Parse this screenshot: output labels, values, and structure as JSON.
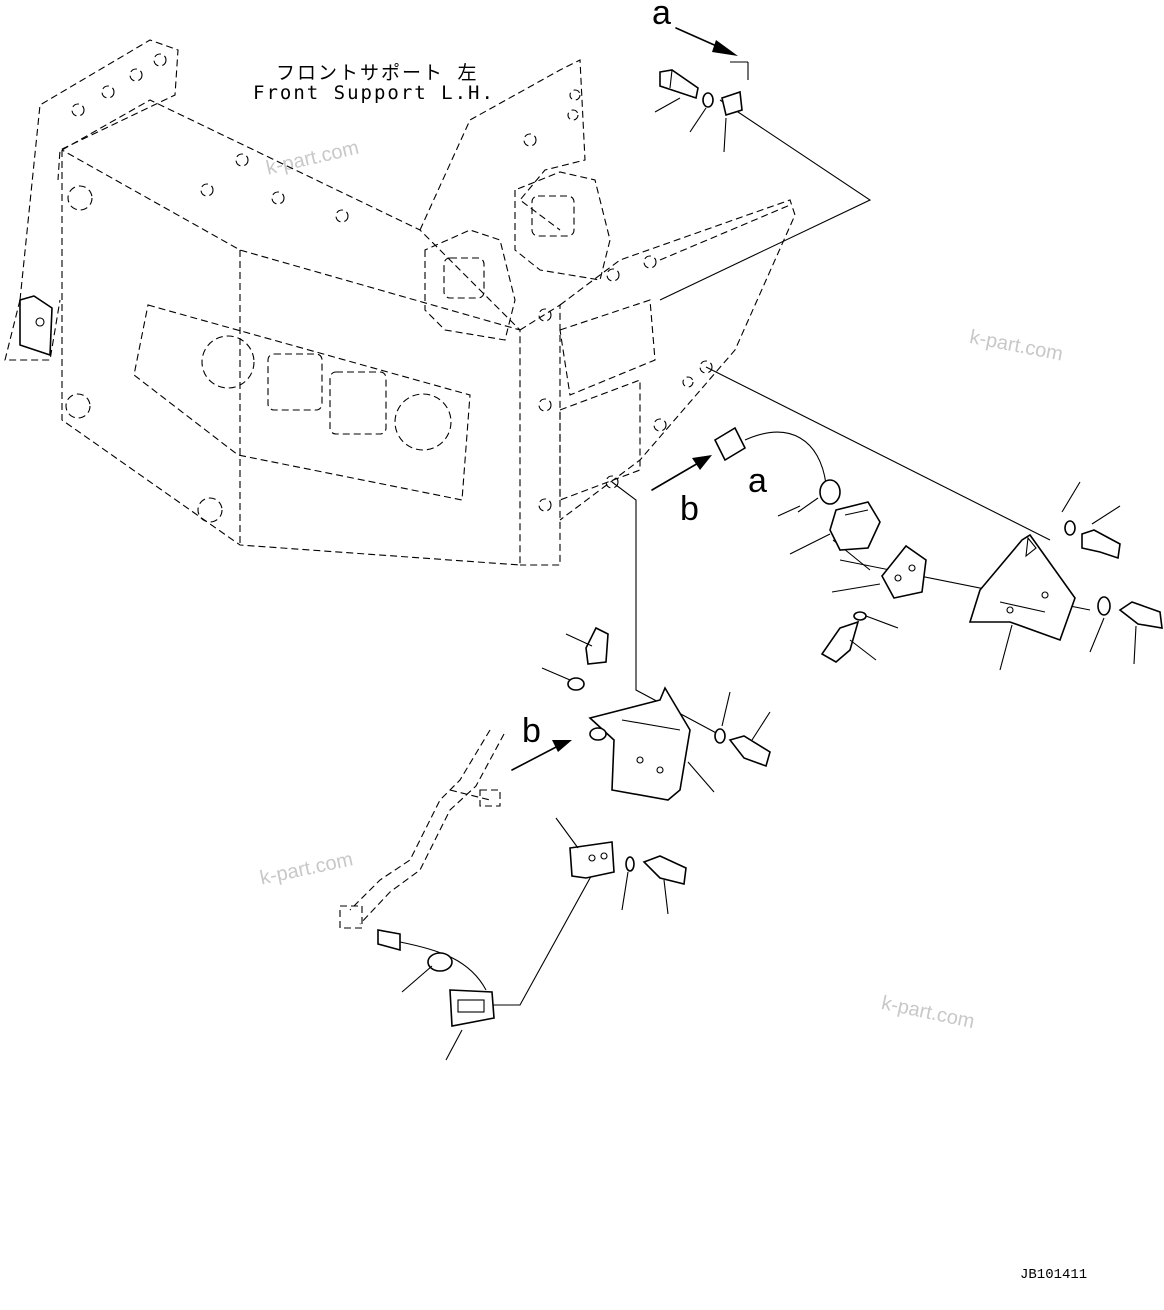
{
  "title": {
    "jp": "フロントサポート 左",
    "en": "Front Support L.H."
  },
  "view_letters": {
    "a_top": "a",
    "a_mid": "a",
    "b_mid": "b",
    "b_low": "b"
  },
  "watermarks": [
    "k-part.com",
    "k-part.com",
    "k-part.com",
    "k-part.com"
  ],
  "drawing_code": "JB101411"
}
